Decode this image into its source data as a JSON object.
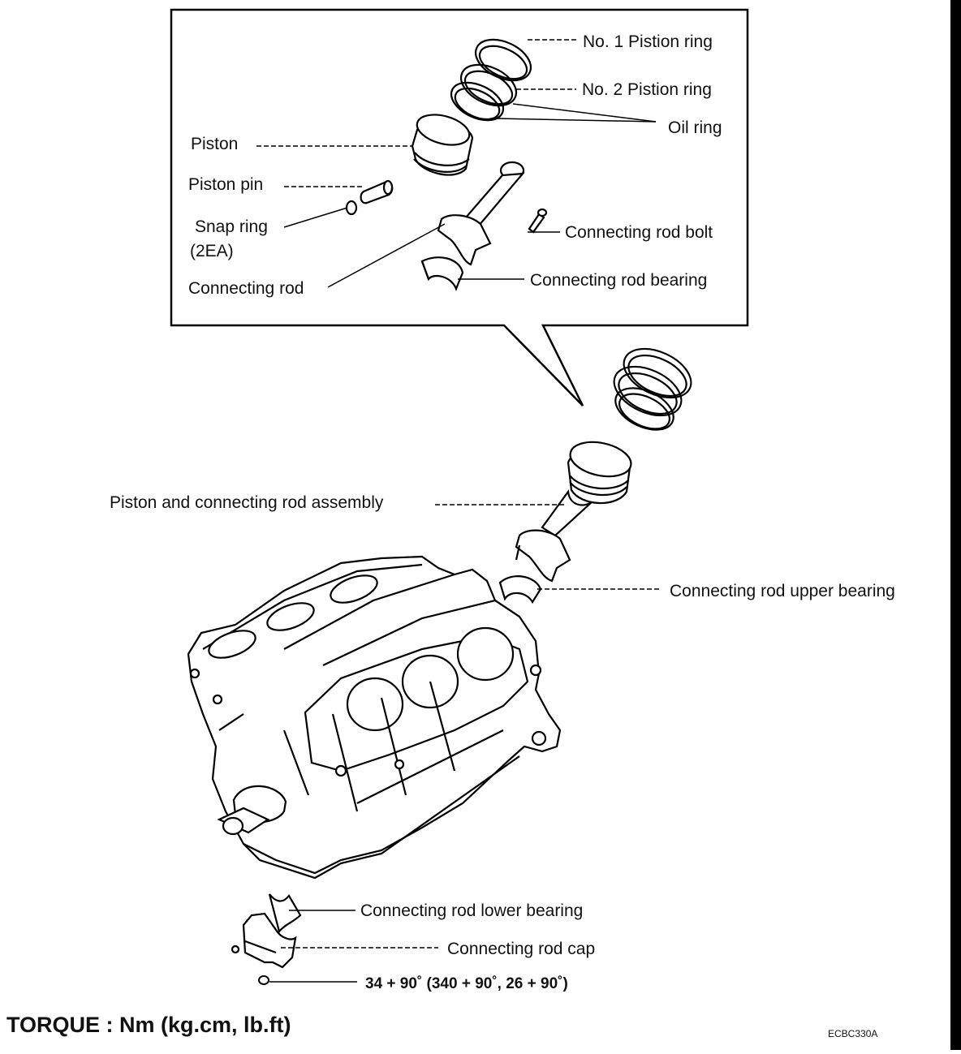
{
  "labels": {
    "ring1": "No. 1 Pistion ring",
    "ring2": "No. 2 Pistion ring",
    "oil_ring": "Oil ring",
    "piston": "Piston",
    "piston_pin": "Piston pin",
    "snap_ring": "Snap ring",
    "snap_ring_qty": "(2EA)",
    "rod_bolt": "Connecting rod bolt",
    "rod_bearing": "Connecting rod bearing",
    "connecting_rod": "Connecting rod",
    "assembly": "Piston and connecting rod assembly",
    "upper_bearing": "Connecting rod upper bearing",
    "lower_bearing": "Connecting rod lower bearing",
    "rod_cap": "Connecting rod cap",
    "torque_value": "34 + 90˚ (340 + 90˚, 26 + 90˚)"
  },
  "footer": {
    "torque_units": "TORQUE : Nm (kg.cm, lb.ft)",
    "figure_code": "ECBC330A"
  }
}
